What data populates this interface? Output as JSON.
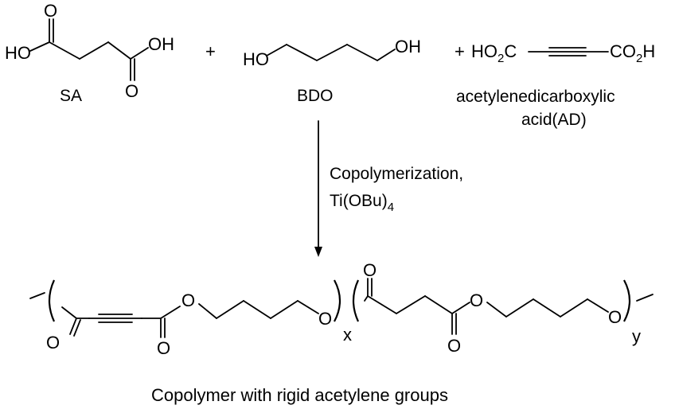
{
  "reactants": {
    "sa": {
      "left_group": "HO",
      "right_group": "OH",
      "carbonyl_o": "O",
      "label": "SA"
    },
    "plus1": "+",
    "bdo": {
      "left_group": "HO",
      "right_group": "OH",
      "label": "BDO"
    },
    "plus2": "+",
    "ad": {
      "left_group": "HO",
      "left_sub": "2",
      "left_c": "C",
      "right_group": "CO",
      "right_sub": "2",
      "right_h": "H",
      "label_line1": "acetylenedicarboxylic",
      "label_line2": "acid(AD)"
    }
  },
  "reaction": {
    "condition_line1": "Copolymerization,",
    "condition_line2_main": "Ti(OBu)",
    "condition_line2_sub": "4"
  },
  "product": {
    "carbonyl_o": "O",
    "ester_o": "O",
    "x_label": "x",
    "y_label": "y",
    "caption": "Copolymer with rigid acetylene groups"
  }
}
